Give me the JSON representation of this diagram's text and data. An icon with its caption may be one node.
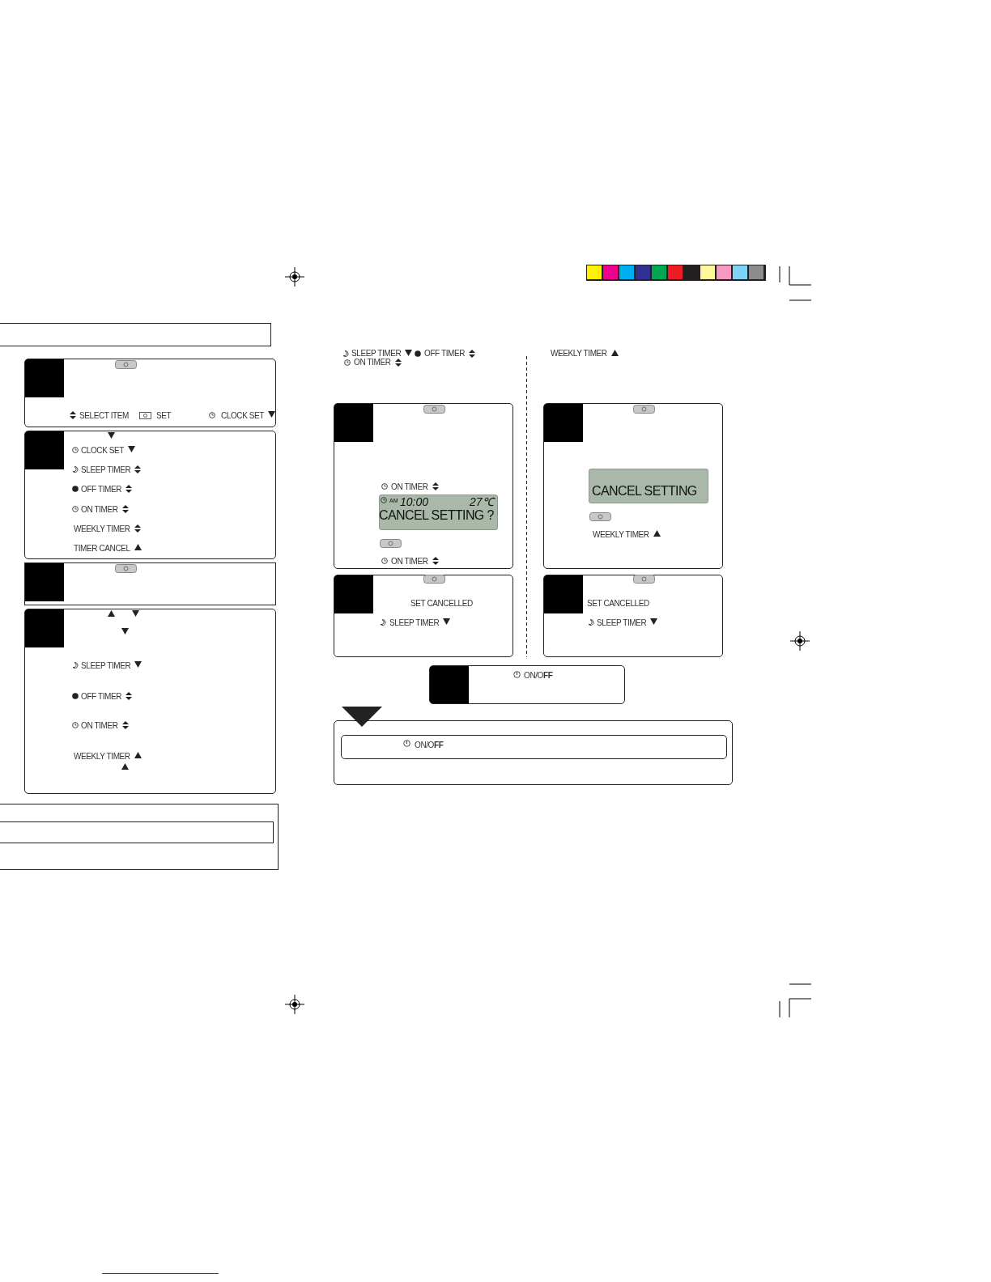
{
  "diagram": {
    "nodes": [
      {
        "text": [],
        "shape": "box"
      },
      {
        "text": [
          "SELECT ITEM",
          "SET",
          "CLOCK SET"
        ]
      },
      {
        "text": [
          "CLOCK SET",
          "SLEEP TIMER",
          "OFF TIMER",
          "ON TIMER",
          "WEEKLY TIMER",
          "TIMER CANCEL"
        ]
      },
      {
        "text": [],
        "shape": "box"
      },
      {
        "text": [
          "SLEEP TIMER",
          "OFF TIMER",
          "ON TIMER",
          "WEEKLY TIMER"
        ]
      },
      {
        "text": [],
        "shape": "box"
      },
      {
        "text": [],
        "shape": "box",
        "in": 5
      },
      {
        "text": [
          "ON TIMER",
          "ON TIMER"
        ]
      },
      {
        "text": [
          "AM",
          "10:00",
          "27℃",
          "CANCEL SETTING ?"
        ],
        "in": 7
      },
      {
        "text": [
          "WEEKLY TIMER"
        ]
      },
      {
        "text": [
          "CANCEL SETTING"
        ],
        "in": 9
      },
      {
        "text": [
          "SET CANCELLED",
          "SLEEP TIMER"
        ]
      },
      {
        "text": [
          "SET CANCELLED",
          "SLEEP TIMER"
        ]
      },
      {
        "text": [
          "ON/O**FF**"
        ]
      },
      {
        "text": [],
        "shape": "box"
      },
      {
        "text": [
          "ON/O**FF**"
        ],
        "in": 14
      }
    ],
    "edges": [],
    "labels": [
      "SLEEP TIMER",
      "OFF TIMER",
      "ON TIMER",
      "WEEKLY TIMER"
    ]
  }
}
